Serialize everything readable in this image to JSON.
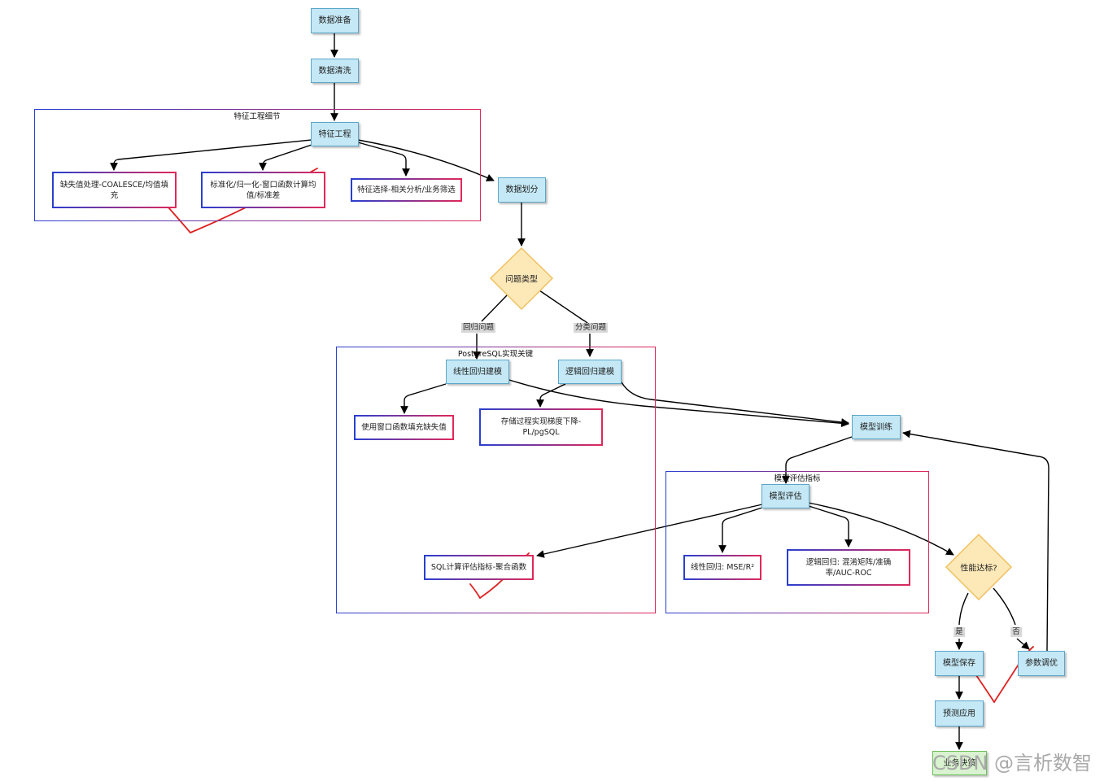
{
  "nodes": {
    "data_prep": "数据准备",
    "data_clean": "数据清洗",
    "feature_eng": "特征工程",
    "missing_value": "缺失值处理-COALESCE/均值填充",
    "normalize": "标准化/归一化-窗口函数计算均值/标准差",
    "feature_select": "特征选择-相关分析/业务筛选",
    "data_split": "数据划分",
    "problem_type": "问题类型",
    "linear_reg": "线性回归建模",
    "logistic_reg": "逻辑回归建模",
    "window_fill": "使用窗口函数填充缺失值",
    "stored_proc": "存储过程实现梯度下降-PL/pgSQL",
    "model_train": "模型训练",
    "model_eval": "模型评估",
    "sql_metrics": "SQL计算评估指标-聚合函数",
    "linear_metric": "线性回归: MSE/R²",
    "logistic_metric": "逻辑回归: 混淆矩阵/准确率/AUC-ROC",
    "performance_ok": "性能达标?",
    "model_save": "模型保存",
    "param_tune": "参数调优",
    "predict_apply": "预测应用",
    "business_decision": "业务决策"
  },
  "groups": {
    "feature_detail": "特征工程细节",
    "postgresql_key": "PostgreSQL实现关键",
    "eval_metrics": "模型评估指标"
  },
  "edge_labels": {
    "regression": "回归问题",
    "classification": "分类问题",
    "yes": "是",
    "no": "否"
  },
  "watermark": "CSDN @言析数智",
  "colors": {
    "node_fill": "#c4e8f5",
    "node_border": "#5aa6c8",
    "diamond_fill": "#fde9b8",
    "diamond_border": "#f0c060",
    "group_border_start": "#2a3fd0",
    "group_border_end": "#e0285a",
    "annotation": "#e02020"
  }
}
